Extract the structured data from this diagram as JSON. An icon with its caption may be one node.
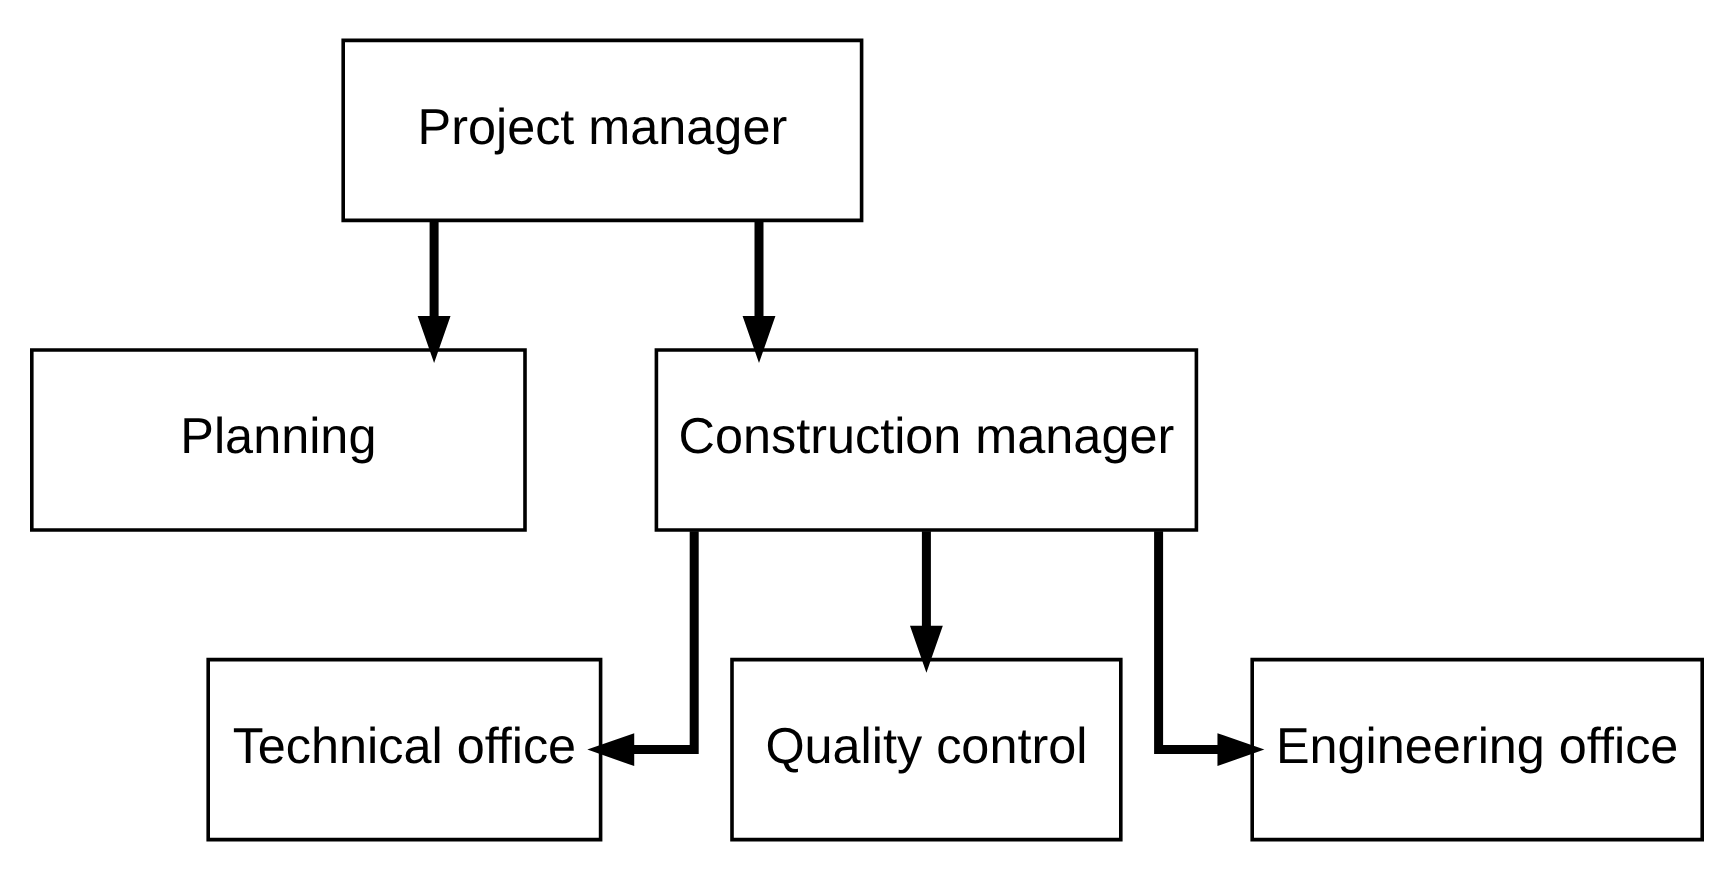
{
  "diagram": {
    "nodes": [
      {
        "text": [
          "Project manager"
        ]
      },
      {
        "text": [
          "Planning"
        ]
      },
      {
        "text": [
          "Construction manager"
        ]
      },
      {
        "text": [
          "Technical office"
        ]
      },
      {
        "text": [
          "Quality control"
        ]
      },
      {
        "text": [
          "Engineering office"
        ]
      }
    ],
    "edges": [
      {
        "from": 0,
        "to": 1,
        "arrow": "to"
      },
      {
        "from": 0,
        "to": 2,
        "arrow": "to"
      },
      {
        "from": 2,
        "to": 3,
        "arrow": "to"
      },
      {
        "from": 2,
        "to": 4,
        "arrow": "to"
      },
      {
        "from": 2,
        "to": 5,
        "arrow": "to"
      }
    ]
  }
}
